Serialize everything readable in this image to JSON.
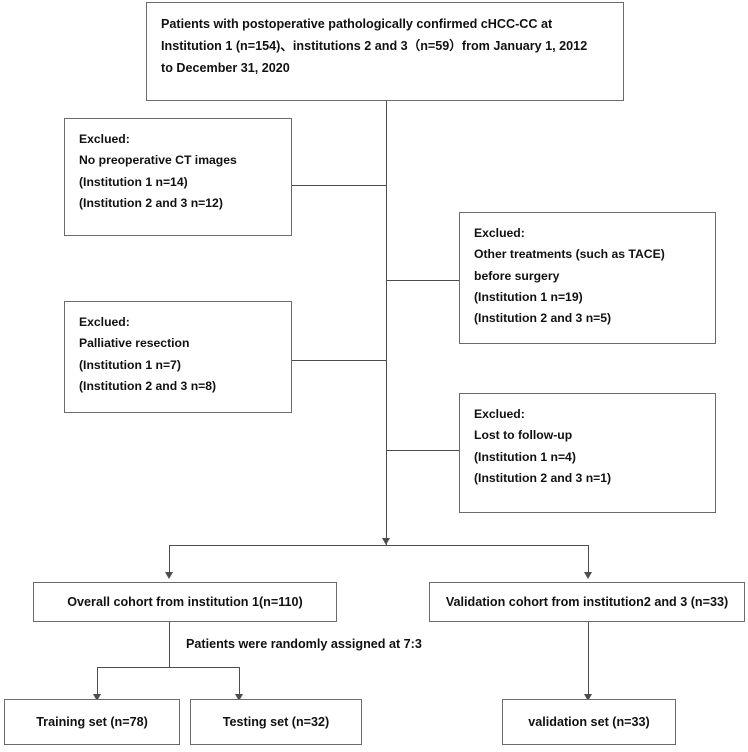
{
  "figure": {
    "type": "flowchart",
    "title": "Patient selection flow diagram (CONSORT-style)"
  },
  "nodes": {
    "enrollment": {
      "lines": [
        "Patients with postoperative pathologically confirmed cHCC-CC at",
        "Institution 1 (n=154)、institutions 2 and 3（n=59）from January 1, 2012",
        "to December 31, 2020"
      ]
    },
    "excluded_ct": {
      "lines": [
        "Exclued:",
        "No preoperative CT images",
        "(Institution 1 n=14)",
        "(Institution 2 and 3 n=12)"
      ]
    },
    "excluded_tace": {
      "lines": [
        "Exclued:",
        "Other treatments (such as TACE)",
        "before surgery",
        "(Institution 1 n=19)",
        "(Institution 2 and 3 n=5)"
      ]
    },
    "excluded_palliative": {
      "lines": [
        "Exclued:",
        "Palliative resection",
        "(Institution 1 n=7)",
        "(Institution 2 and 3 n=8)"
      ]
    },
    "excluded_followup": {
      "lines": [
        "Exclued:",
        "Lost to follow-up",
        "(Institution 1 n=4)",
        "(Institution 2 and 3 n=1)"
      ]
    },
    "overall_cohort": {
      "label": "Overall cohort from institution 1(n=110)"
    },
    "validation_cohort": {
      "label": "Validation cohort from institution2 and 3 (n=33)"
    },
    "training_set": {
      "label": "Training set (n=78)"
    },
    "testing_set": {
      "label": "Testing set (n=32)"
    },
    "validation_set": {
      "label": "validation set (n=33)"
    }
  },
  "annotations": {
    "randomization": "Patients were randomly assigned at 7:3"
  },
  "counts": {
    "institution1_enrolled": 154,
    "institutions23_enrolled": 59,
    "excluded_no_ct_inst1": 14,
    "excluded_no_ct_inst23": 12,
    "excluded_other_tx_inst1": 19,
    "excluded_other_tx_inst23": 5,
    "excluded_palliative_inst1": 7,
    "excluded_palliative_inst23": 8,
    "excluded_lost_fu_inst1": 4,
    "excluded_lost_fu_inst23": 1,
    "overall_cohort": 110,
    "validation_cohort": 33,
    "training_set": 78,
    "testing_set": 32,
    "validation_set": 33
  },
  "colors": {
    "border": "#6b6b6b",
    "connector": "#4d4d4d",
    "text": "#111111",
    "background": "#ffffff"
  }
}
